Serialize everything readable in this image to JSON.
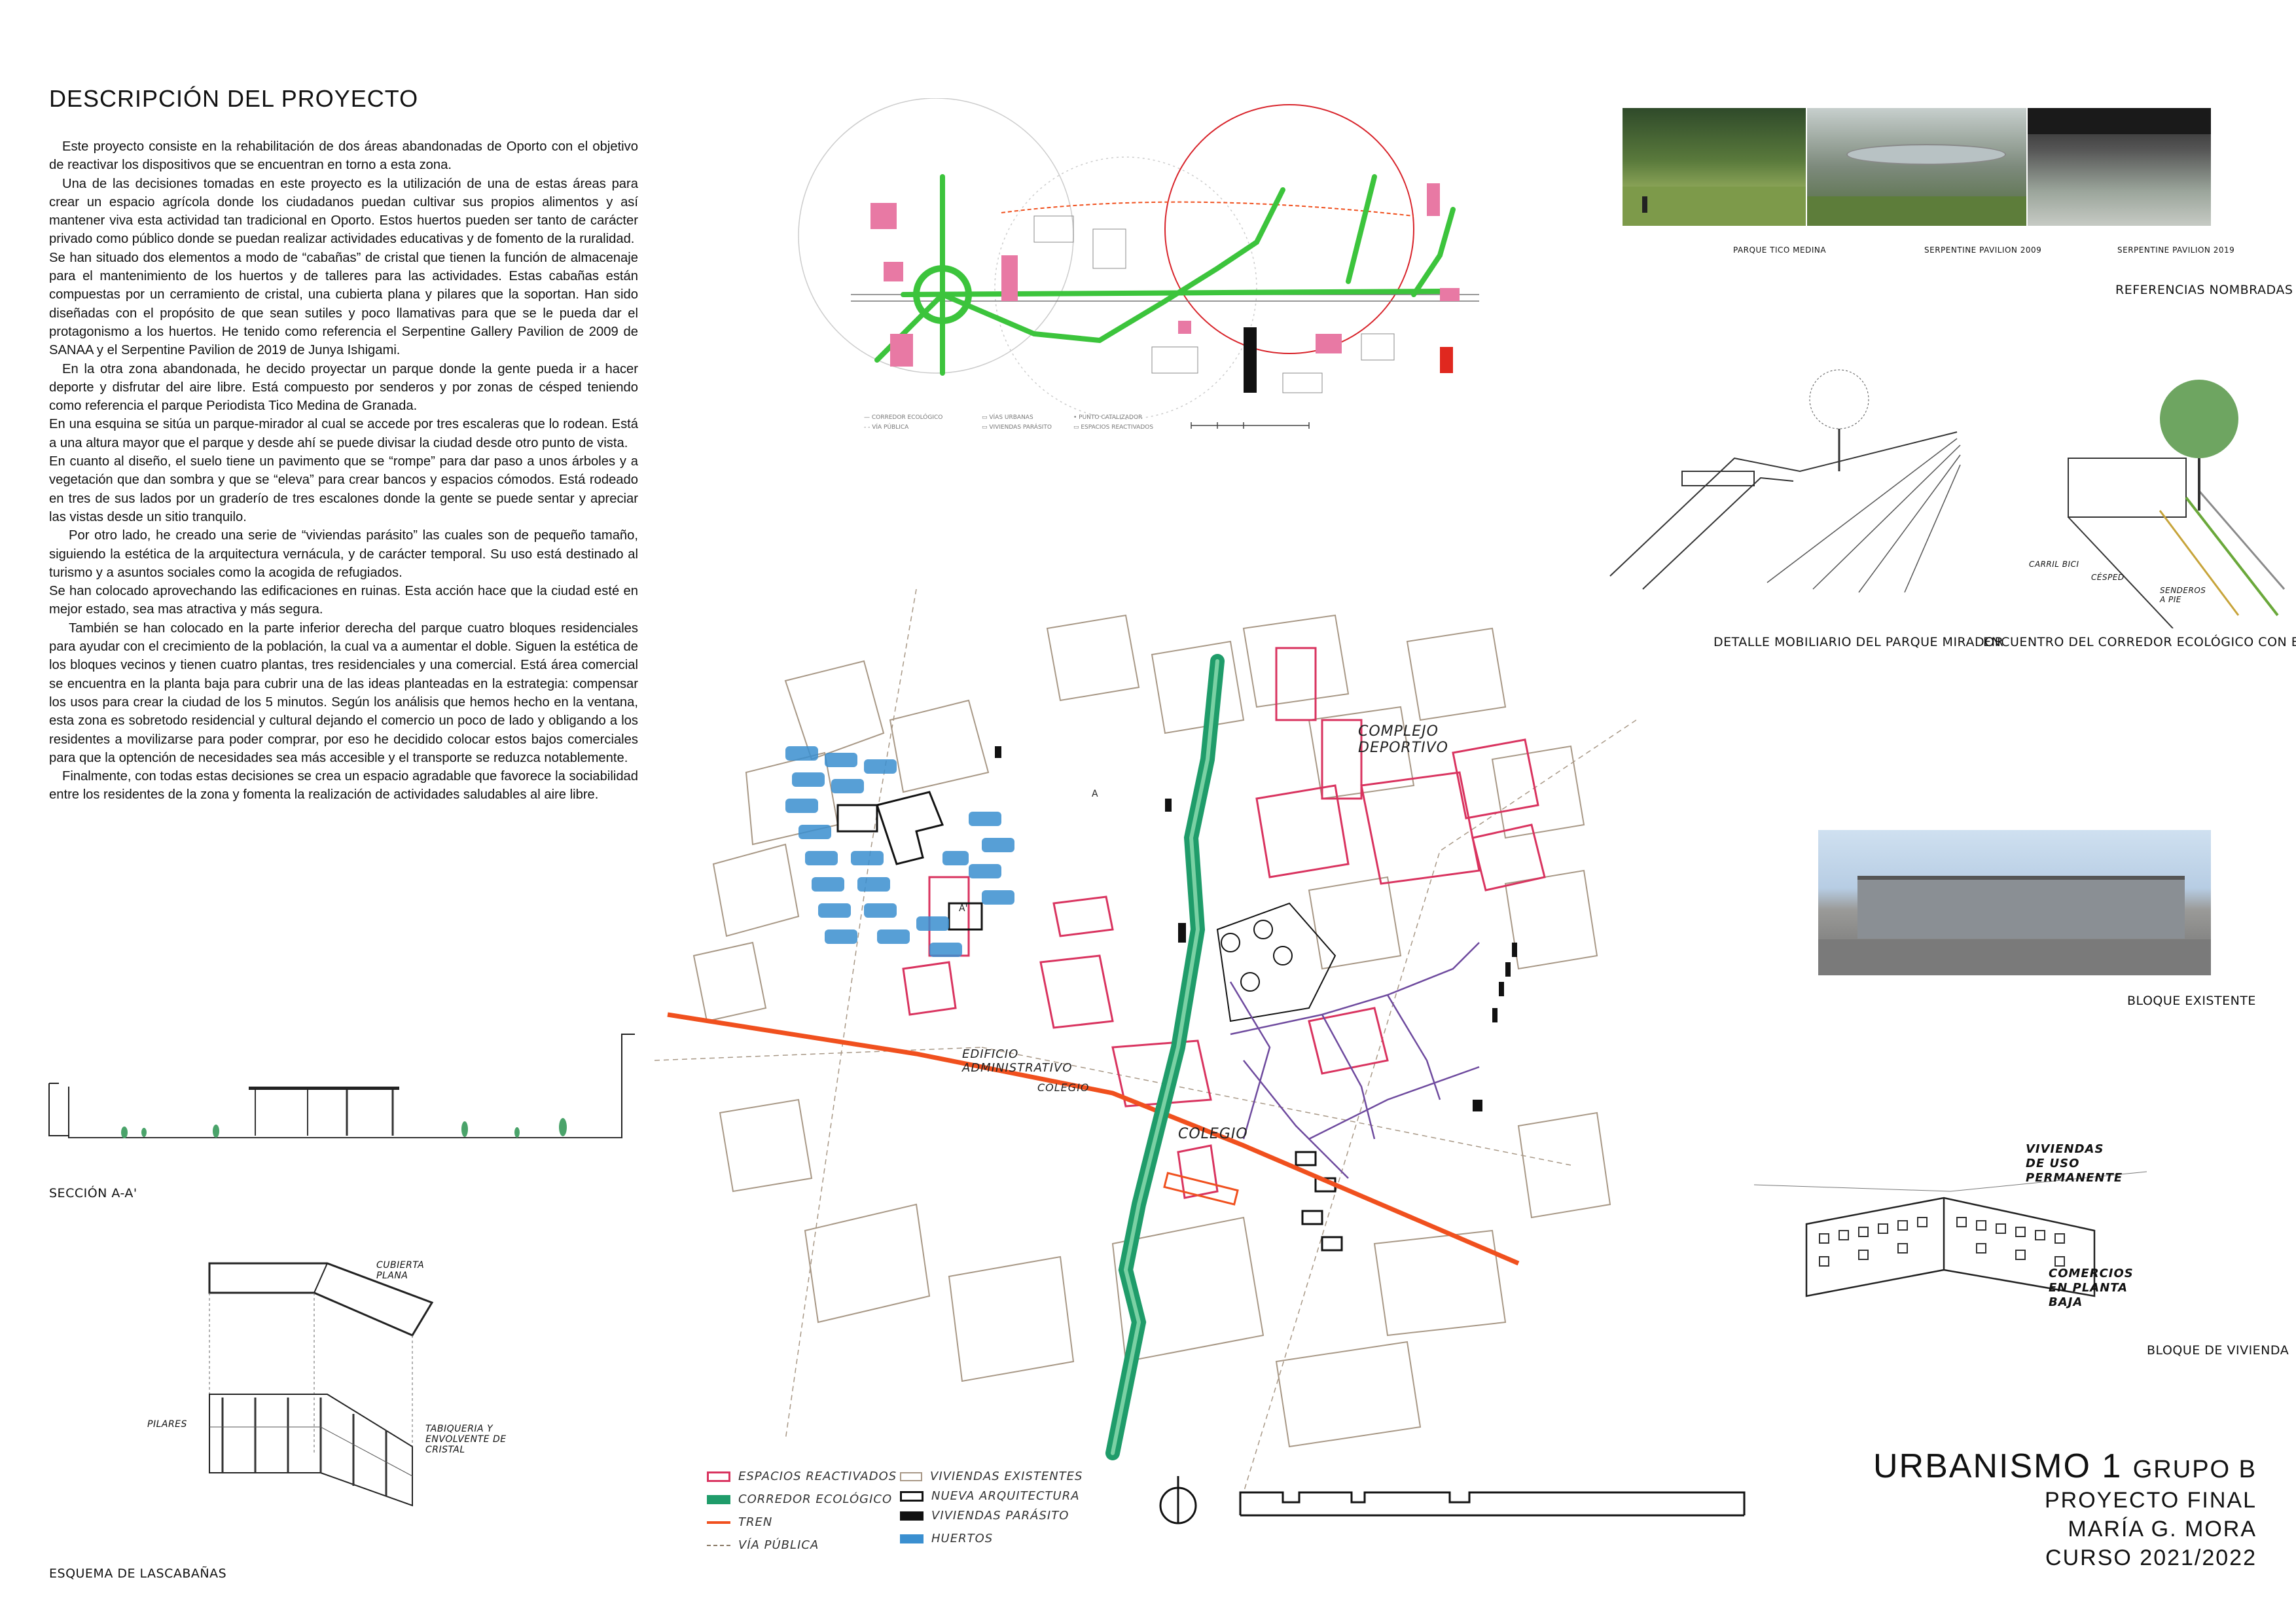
{
  "description": {
    "title": "DESCRIPCIÓN DEL PROYECTO",
    "paragraphs": [
      "Este proyecto consiste en la rehabilitación de dos áreas abandonadas de Oporto con el objetivo de reactivar los dispositivos que se encuentran en torno a esta zona.",
      "Una de las decisiones tomadas en este proyecto es la utilización de una de estas áreas para crear un espacio agrícola donde los ciudadanos puedan cultivar sus propios alimentos y así mantener viva esta actividad tan tradicional en Oporto. Estos huertos pueden ser tanto de carácter privado como público donde se puedan realizar actividades educativas y de fomento de la ruralidad.",
      "Se han situado dos elementos a modo de “cabañas” de cristal que tienen la función de almacenaje para el mantenimiento de los huertos y de talleres para las actividades. Estas cabañas están compuestas por un cerramiento de cristal, una cubierta plana y pilares que la soportan. Han sido diseñadas con el propósito de que sean sutiles y poco llamativas para que se le pueda dar el protagonismo a los huertos. He tenido como referencia el Serpentine Gallery Pavilion de 2009 de SANAA y el Serpentine Pavilion de 2019 de Junya Ishigami.",
      "En la otra zona abandonada, he decido proyectar un parque donde la gente pueda ir a hacer deporte y disfrutar del aire libre. Está compuesto por senderos y por zonas de césped teniendo como referencia el parque Periodista Tico Medina de Granada.",
      "En una esquina se sitúa un parque-mirador al cual se accede por tres escaleras que lo rodean. Está a una altura mayor que el parque y desde ahí se puede divisar la ciudad desde otro punto de vista.",
      "En cuanto al diseño, el suelo tiene un pavimento que se “rompe” para dar paso a unos árboles y a vegetación que dan sombra y que se “eleva” para crear bancos y espacios cómodos. Está rodeado en tres de sus lados por un graderío de tres escalones donde la gente se puede sentar y apreciar las vistas desde un sitio tranquilo.",
      "Por otro lado, he creado una serie de “viviendas parásito” las cuales son de pequeño tamaño, siguiendo la estética de la arquitectura vernácula, y de carácter temporal. Su uso está destinado al turismo y a asuntos sociales como la acogida de refugiados.",
      "Se han colocado aprovechando las edificaciones en ruinas. Esta acción hace que la ciudad esté en mejor estado, sea mas atractiva y más segura.",
      "También se han colocado en la parte inferior derecha del parque cuatro bloques residenciales para ayudar con el crecimiento de la población, la cual va a aumentar el doble. Siguen la estética de los bloques vecinos y tienen cuatro plantas, tres residenciales y una comercial. Está área comercial se encuentra en la planta baja para cubrir una de las ideas planteadas en la estrategia: compensar los usos para crear la ciudad de los 5 minutos. Según los análisis que hemos hecho en la ventana, esta zona es sobretodo residencial y cultural dejando el comercio un poco de lado y obligando a los residentes a movilizarse para poder comprar, por eso he decidido colocar estos bajos comerciales para que la optención de necesidades sea más accesible y el transporte se reduzca notablemente.",
      "Finalmente, con todas estas decisiones se crea un espacio agradable que favorece la sociabilidad entre los residentes de la zona y fomenta la realización de actividades saludables al aire libre."
    ]
  },
  "captions": {
    "ref1": "PARQUE TICO MEDINA",
    "ref2": "SERPENTINE PAVILION  2009",
    "ref3": "SERPENTINE PAVILION  2019",
    "refs_title": "REFERENCIAS NOMBRADAS",
    "detalle": "DETALLE MOBILIARIO DEL PARQUE MIRADOR",
    "encuentro": "ENCUENTRO DEL CORREDOR ECOLÓGICO CON EL TREN",
    "bloque_existente": "BLOQUE EXISTENTE",
    "bloque_vivienda": "BLOQUE DE VIVIENDA",
    "seccion": "SECCIÓN A-A'",
    "esquema": "ESQUEMA DE LASCABAÑAS"
  },
  "sketch_labels": {
    "cubierta_plana": "CUBIERTA PLANA",
    "pilares": "PILARES",
    "tabiqueria": "TABIQUERIA Y ENVOLVENTE DE CRISTAL",
    "viviendas_uso": "VIVIENDAS DE USO PERMANENTE",
    "comercios": "COMERCIOS EN PLANTA BAJA",
    "carril_bici": "CARRIL BICI",
    "cesped": "CÉSPED",
    "senderos": "SENDEROS A PIE"
  },
  "map_labels": {
    "complejo": "COMPLEJO DEPORTIVO",
    "edificio": "EDIFICIO ADMINISTRATIVO",
    "colegio1": "COLEGIO",
    "colegio2": "COLEGIO",
    "section_a": "A",
    "section_a2": "A'"
  },
  "legend": {
    "espacios": "ESPACIOS REACTIVADOS",
    "corredor": "CORREDOR ECOLÓGICO",
    "tren": "TREN",
    "via": "VÍA PÚBLICA",
    "existentes": "VIVIENDAS EXISTENTES",
    "nueva": "NUEVA ARQUITECTURA",
    "parasito": "VIVIENDAS PARÁSITO",
    "huertos": "HUERTOS"
  },
  "credits": {
    "course": "URBANISMO 1",
    "group": "GRUPO B",
    "project": "PROYECTO FINAL",
    "author": "MARÍA G. MORA",
    "year": "CURSO 2021/2022"
  },
  "colors": {
    "pink": "#d9335f",
    "green": "#1f9c6a",
    "orange": "#f0501e",
    "blue": "#3a8fd0",
    "purple": "#6e4a9e",
    "beige": "#8a7a66"
  }
}
